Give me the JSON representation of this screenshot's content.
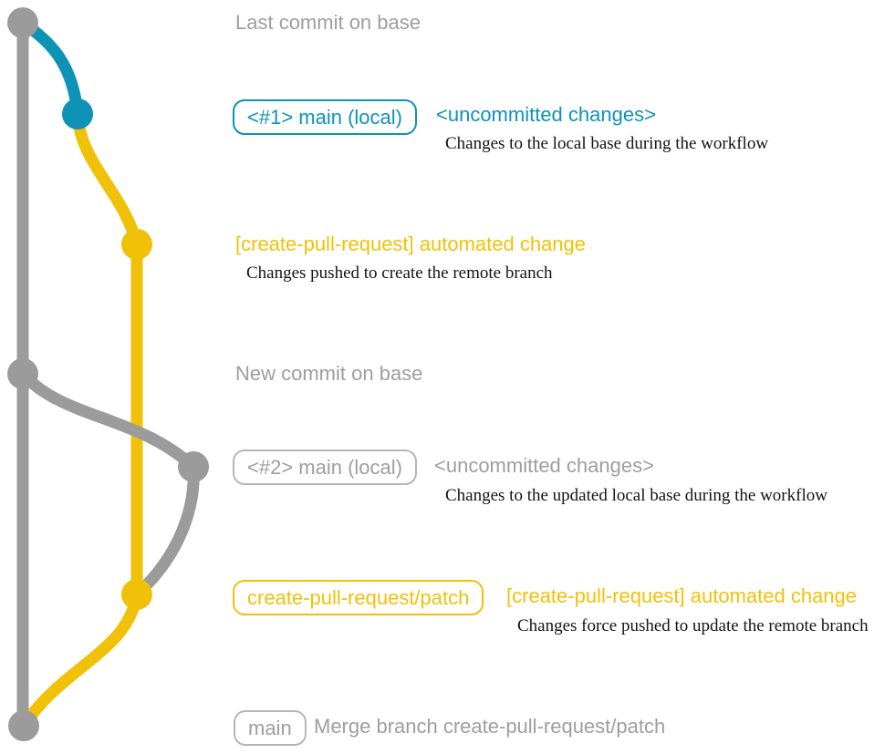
{
  "colors": {
    "background": "#ffffff",
    "graph-gray": "#9b9b9b",
    "text-gray": "#9e9e9e",
    "border-gray": "#b6b6b6",
    "teal": "#0e93b6",
    "yellow": "#f1c109",
    "description-black": "#141414"
  },
  "graph": {
    "branches": [
      {
        "name": "base (main)",
        "color": "gray"
      },
      {
        "name": "uncommitted local changes",
        "color": "teal"
      },
      {
        "name": "create-pull-request/patch",
        "color": "yellow"
      }
    ],
    "nodes": [
      {
        "id": "last-commit-on-base",
        "color": "gray"
      },
      {
        "id": "uncommitted-changes-1",
        "color": "teal"
      },
      {
        "id": "automated-change-1",
        "color": "yellow"
      },
      {
        "id": "new-commit-on-base",
        "color": "gray"
      },
      {
        "id": "uncommitted-changes-2",
        "color": "gray"
      },
      {
        "id": "automated-change-2",
        "color": "yellow"
      },
      {
        "id": "merge-commit",
        "color": "gray"
      }
    ]
  },
  "annotations": {
    "last_commit": "Last commit on base",
    "row1": {
      "badge": "<#1> main (local)",
      "heading": "<uncommitted changes>",
      "description": "Changes to the local base during the workflow"
    },
    "row2": {
      "heading": "[create-pull-request] automated change",
      "description": "Changes pushed to create the remote branch"
    },
    "new_commit": "New commit on base",
    "row3": {
      "badge": "<#2> main (local)",
      "heading": "<uncommitted changes>",
      "description": "Changes to the updated local base during the workflow"
    },
    "row4": {
      "badge": "create-pull-request/patch",
      "heading": "[create-pull-request] automated change",
      "description": "Changes force pushed to update the remote branch"
    },
    "row5": {
      "badge": "main",
      "heading": "Merge branch create-pull-request/patch"
    }
  }
}
